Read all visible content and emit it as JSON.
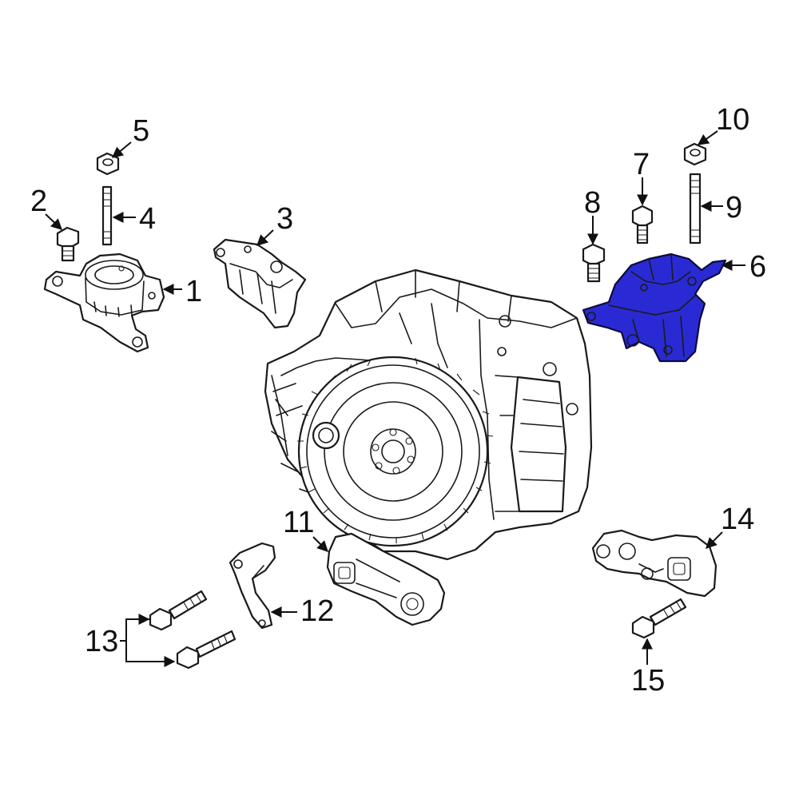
{
  "highlight_color": "#2a2ad4",
  "line_color": "#1a1a1a",
  "callouts": {
    "c1": "1",
    "c2": "2",
    "c3": "3",
    "c4": "4",
    "c5": "5",
    "c6": "6",
    "c7": "7",
    "c8": "8",
    "c9": "9",
    "c10": "10",
    "c11": "11",
    "c12": "12",
    "c13": "13",
    "c14": "14",
    "c15": "15"
  }
}
